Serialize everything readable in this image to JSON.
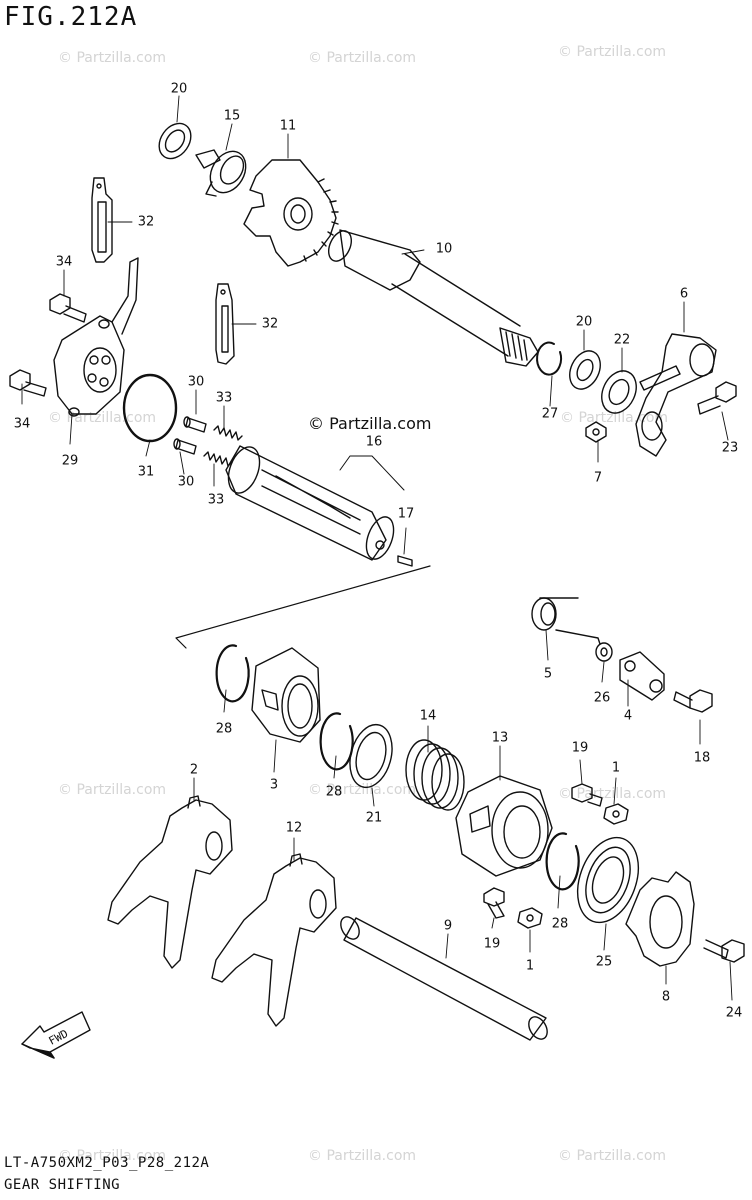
{
  "figure": {
    "title": "FIG.212A",
    "code": "LT-A750XM2_P03_P28_212A",
    "caption": "GEAR SHIFTING",
    "watermark": "© Partzilla.com",
    "fwd_label": "FWD"
  },
  "callouts": [
    "20",
    "15",
    "11",
    "32",
    "10",
    "34",
    "32",
    "6",
    "20",
    "22",
    "30",
    "33",
    "34",
    "29",
    "31",
    "16",
    "27",
    "23",
    "7",
    "30",
    "33",
    "17",
    "5",
    "26",
    "4",
    "18",
    "28",
    "3",
    "14",
    "13",
    "2",
    "19",
    "1",
    "28",
    "21",
    "12",
    "9",
    "28",
    "19",
    "1",
    "25",
    "8",
    "24"
  ],
  "colors": {
    "line": "#111111",
    "watermark": "#d4d4d4",
    "background": "#ffffff"
  }
}
